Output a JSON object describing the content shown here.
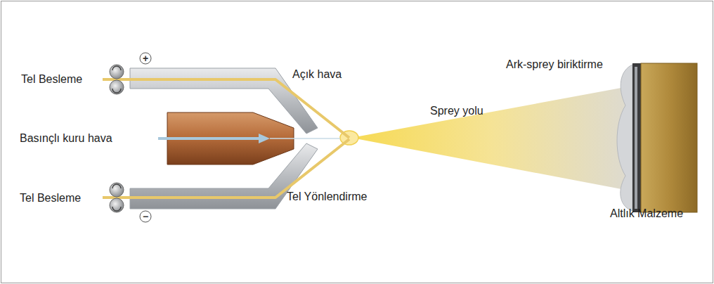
{
  "diagram": {
    "labels": [
      "Tel Besleme",
      "Açık hava",
      "Ark-sprey biriktirme",
      "Sprey yolu",
      "Basınçlı kuru hava",
      "Tel Besleme",
      "Tel Yönlendirme",
      "Altlık Malzeme",
      "+",
      "−"
    ]
  }
}
